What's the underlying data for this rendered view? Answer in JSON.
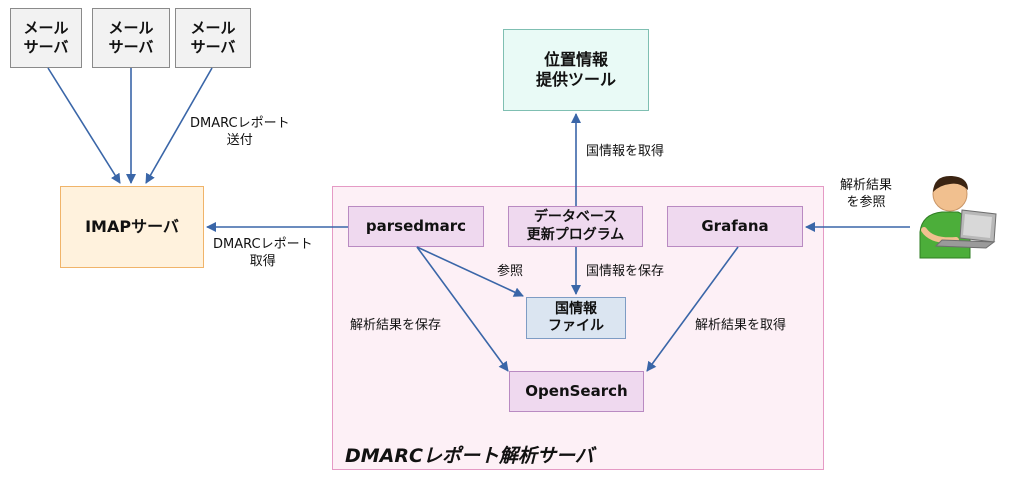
{
  "mail_servers": [
    {
      "label": "メール\nサーバ"
    },
    {
      "label": "メール\nサーバ"
    },
    {
      "label": "メール\nサーバ"
    }
  ],
  "imap_server": "IMAPサーバ",
  "geo_tool": "位置情報\n提供ツール",
  "group_title": "DMARCレポート解析サーバ",
  "services": {
    "parsedmarc": "parsedmarc",
    "db_update": "データベース\n更新プログラム",
    "grafana": "Grafana",
    "geo_file": "国情報\nファイル",
    "opensearch": "OpenSearch"
  },
  "edge_labels": {
    "dmarc_send": "DMARCレポート\n送付",
    "dmarc_fetch": "DMARCレポート\n取得",
    "geo_fetch": "国情報を取得",
    "ref": "参照",
    "geo_save": "国情報を保存",
    "result_save": "解析結果を保存",
    "result_fetch": "解析結果を取得",
    "result_ref": "解析結果\nを参照"
  },
  "colors": {
    "arrow": "#3a66a8",
    "group_border": "#e59ac5",
    "user_shirt": "#4cae3a"
  },
  "icons": [
    "user-with-laptop-icon"
  ]
}
